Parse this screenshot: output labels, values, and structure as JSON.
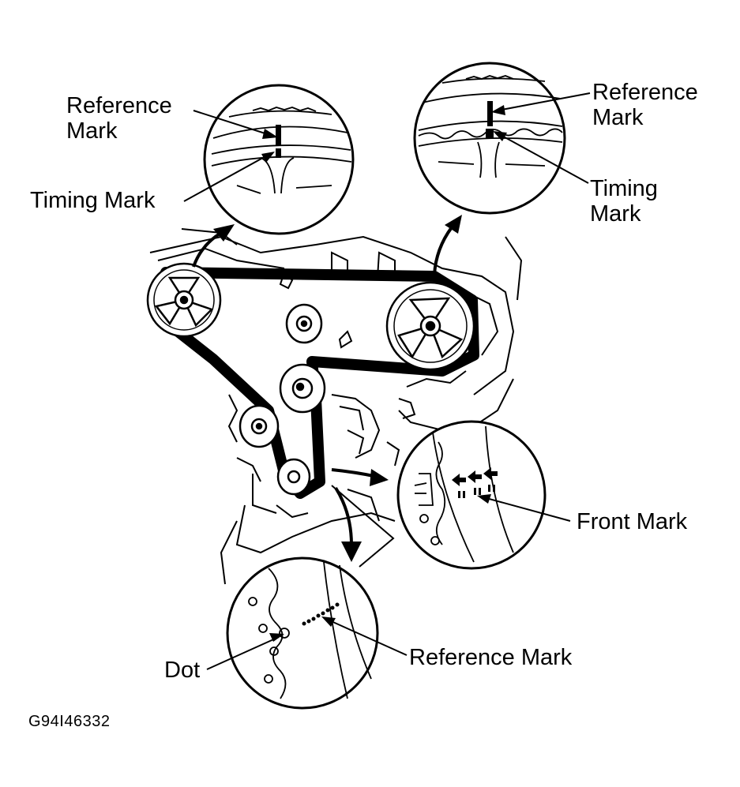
{
  "labels": {
    "left_reference": [
      "Reference",
      "Mark"
    ],
    "left_timing": "Timing Mark",
    "right_reference": [
      "Reference",
      "Mark"
    ],
    "right_timing": [
      "Timing",
      "Mark"
    ],
    "front_mark": "Front Mark",
    "dot": "Dot",
    "bottom_reference": "Reference Mark"
  },
  "figure_code": "G94I46332",
  "colors": {
    "ink": "#000000",
    "paper": "#ffffff"
  }
}
